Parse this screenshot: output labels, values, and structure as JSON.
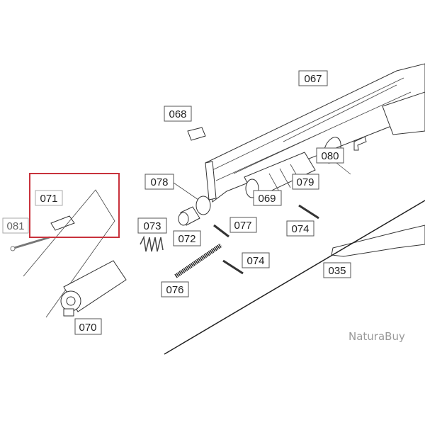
{
  "diagram": {
    "highlight_color": "#c8323c",
    "highlighted_part": "071",
    "parts": {
      "p067": "067",
      "p068": "068",
      "p078": "078",
      "p071": "071",
      "p081": "081",
      "p073": "073",
      "p072": "072",
      "p077": "077",
      "p069": "069",
      "p079": "079",
      "p080": "080",
      "p074a": "074",
      "p074b": "074",
      "p076": "076",
      "p035": "035",
      "p070": "070"
    }
  },
  "watermark": "NaturaBuy"
}
